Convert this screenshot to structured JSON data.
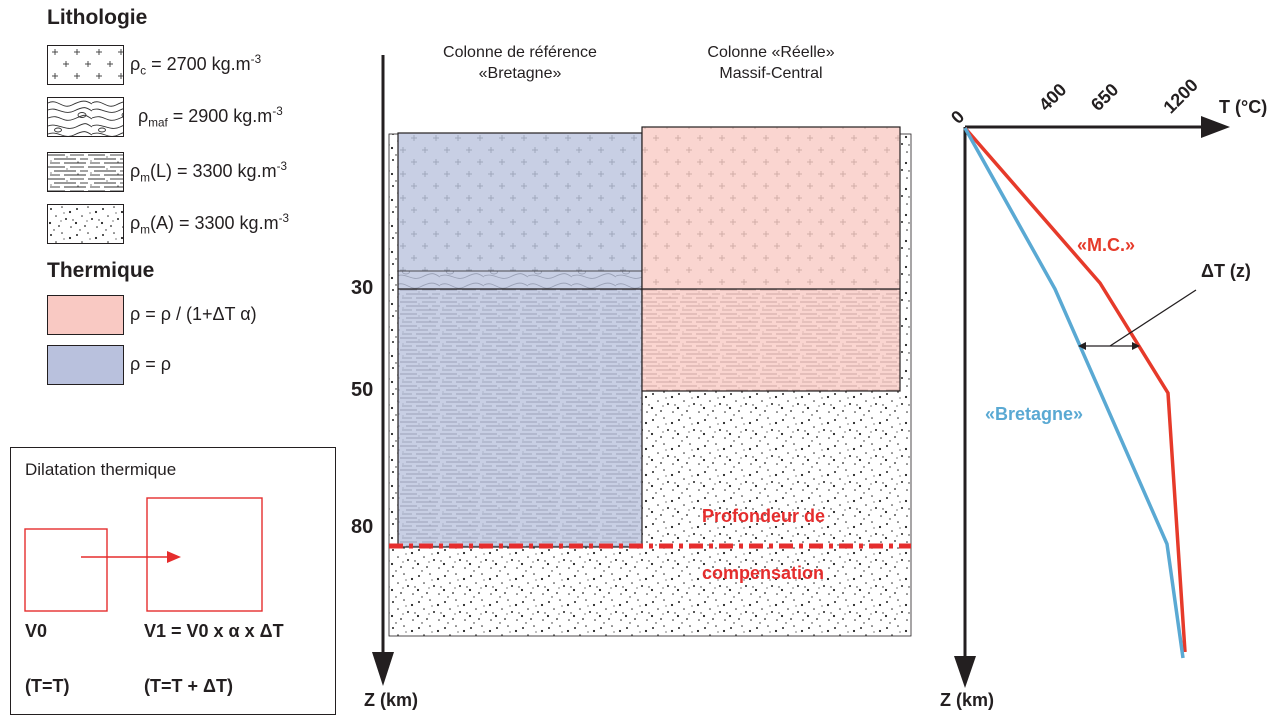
{
  "legend": {
    "lithology_title": "Lithologie",
    "lithology_items": [
      {
        "symbol": "ρ",
        "sub": "c",
        "text": " = 2700 kg.m",
        "sup": "-3",
        "pattern": "crosses"
      },
      {
        "symbol": "ρ",
        "sub": "maf",
        "text": " = 2900 kg.m",
        "sup": "-3",
        "pattern": "contours"
      },
      {
        "symbol": "ρ",
        "sub": "m",
        "text": "(L) = 3300 kg.m",
        "sup": "-3",
        "pattern": "dashes"
      },
      {
        "symbol": "ρ",
        "sub": "m",
        "text": "(A) = 3300 kg.m",
        "sup": "-3",
        "pattern": "dots"
      }
    ],
    "thermal_title": "Thermique",
    "thermal_items": [
      {
        "text": "ρ = ρ / (1+ΔT α)",
        "color": "#f9c9c3"
      },
      {
        "text": "ρ = ρ",
        "color": "#b9c1dd"
      }
    ]
  },
  "dilatation_box": {
    "title": "Dilatation thermique",
    "v0_label": "V0",
    "v1_label": "V1 = V0 x α x  ΔT",
    "v0_condition": "(T=T)",
    "v1_condition": "(T=T + ΔT)"
  },
  "columns": {
    "reference_title_line1": "Colonne de référence",
    "reference_title_line2": "«Bretagne»",
    "real_title_line1": "Colonne «Réelle»",
    "real_title_line2": "Massif-Central",
    "depth_ticks": [
      "30",
      "50",
      "80"
    ],
    "z_axis_label": "Z (km)",
    "compensation_label_line1": "Profondeur de",
    "compensation_label_line2": "compensation",
    "compensation_color": "#e52d2d"
  },
  "profile": {
    "t_axis_label": "T (°C)",
    "z_axis_label": "Z (km)",
    "t_ticks": [
      "0",
      "400",
      "650",
      "1200"
    ],
    "mc_label": "«M.C.»",
    "bretagne_label": "«Bretagne»",
    "delta_label": "ΔT (z)",
    "mc_color": "#e63a2a",
    "bretagne_color": "#5aa9d3"
  }
}
